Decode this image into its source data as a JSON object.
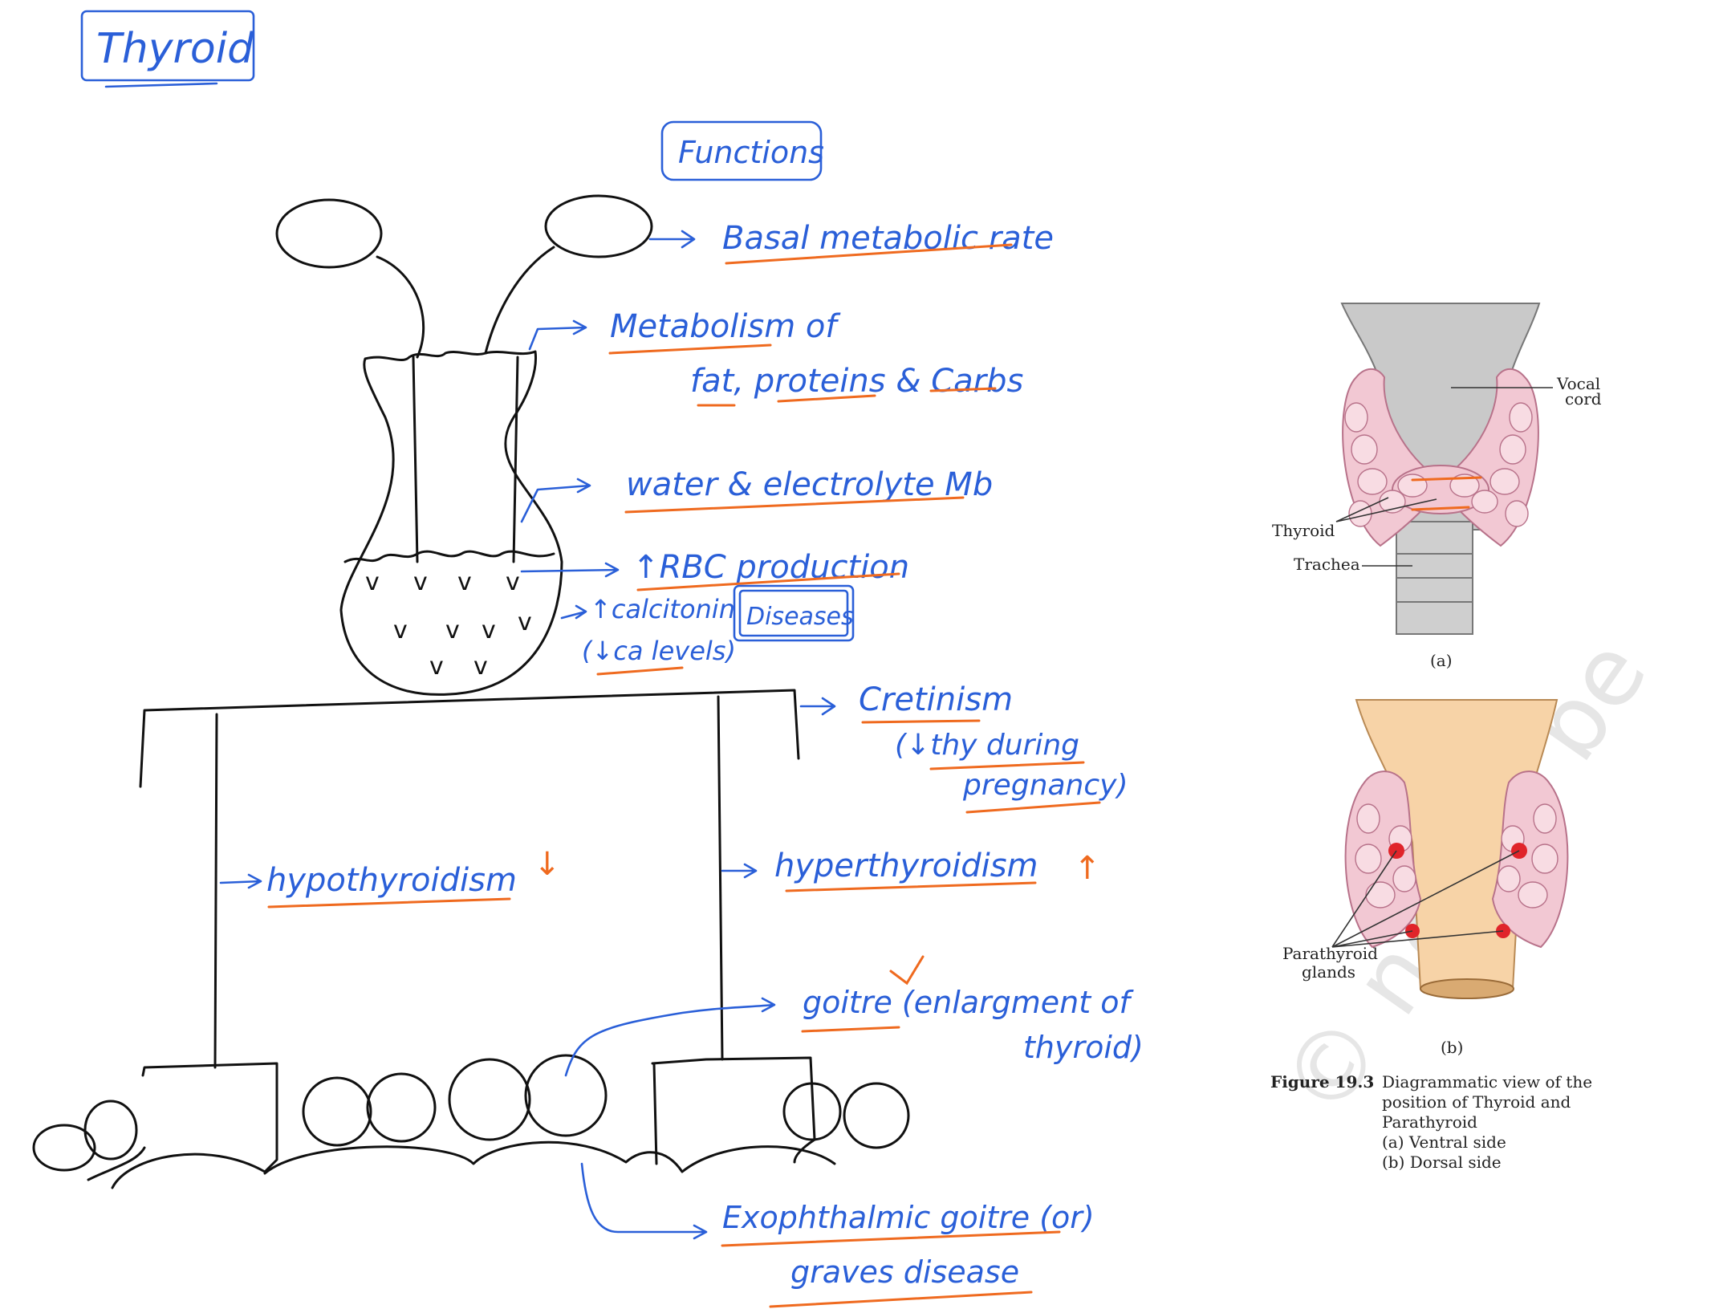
{
  "title": "Thyroid",
  "functions_heading": "Functions",
  "functions": [
    "Basal metabolic rate",
    "Metabolism of",
    "fat, proteins & Carbs",
    "water & electrolyte Mb",
    "↑RBC production",
    "↑calcitonin",
    "(↓ca levels)"
  ],
  "diseases_heading": "Diseases",
  "diseases": {
    "cretinism": "Cretinism",
    "cretinism_note_1": "(↓thy during",
    "cretinism_note_2": "pregnancy)",
    "hypo": "hypothyroidism",
    "hypo_arrow": "↓",
    "hyper": "hyperthyroidism",
    "hyper_arrow": "↑",
    "goitre_1": "goitre (enlargment of",
    "goitre_2": "thyroid)",
    "exo_1": "Exophthalmic goitre (or)",
    "exo_2": "graves disease"
  },
  "figure": {
    "label_vocal_1": "Vocal",
    "label_vocal_2": "cord",
    "label_thyroid": "Thyroid",
    "label_trachea": "Trachea",
    "label_a": "(a)",
    "label_parathyroid_1": "Parathyroid",
    "label_parathyroid_2": "glands",
    "label_b": "(b)",
    "caption_bold": "Figure 19.3",
    "caption_1": "Diagrammatic view of the",
    "caption_2": "position of Thyroid and",
    "caption_3": "Parathyroid",
    "caption_4": "(a) Ventral side",
    "caption_5": "(b) Dorsal side"
  },
  "watermark": "© not to be",
  "colors": {
    "pen_blue": "#2a5fd8",
    "highlight_orange": "#ef6a1f",
    "ink": "#111111"
  }
}
